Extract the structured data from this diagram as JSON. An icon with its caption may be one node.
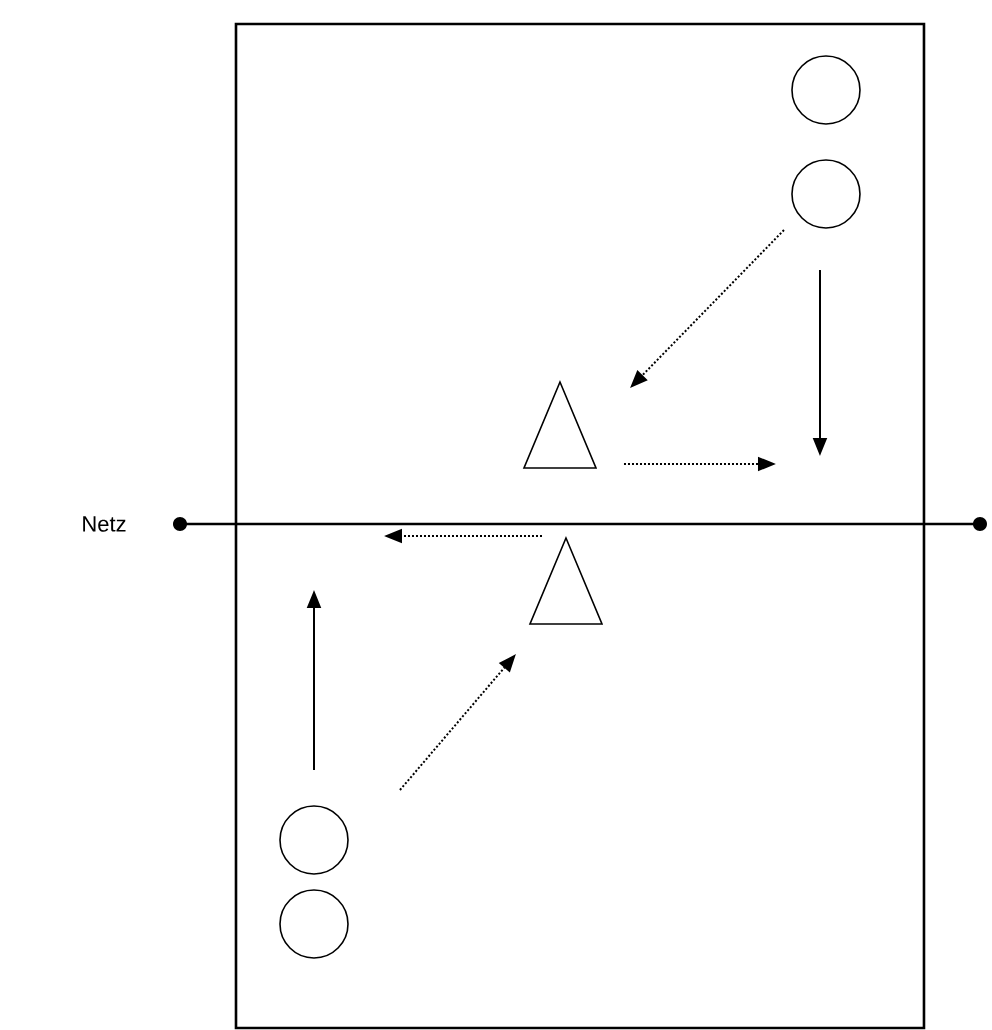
{
  "diagram": {
    "nodes": [
      {
        "text": [],
        "shape": "box"
      },
      {
        "text": [],
        "shape": "circle",
        "in": 0
      },
      {
        "text": [],
        "shape": "circle",
        "in": 0
      },
      {
        "text": [],
        "shape": "triangle",
        "in": 0
      },
      {
        "text": [],
        "shape": "triangle",
        "in": 0
      },
      {
        "text": [],
        "shape": "circle",
        "in": 0
      },
      {
        "text": [],
        "shape": "circle",
        "in": 0
      }
    ],
    "edges": [
      {
        "from": 2,
        "to": 3,
        "arrow": "to",
        "style": "dashed"
      },
      {
        "from": 2,
        "to": null,
        "arrow": "to"
      },
      {
        "from": 3,
        "to": null,
        "arrow": "to",
        "style": "dashed"
      },
      {
        "from": 4,
        "to": null,
        "arrow": "to",
        "style": "dashed"
      },
      {
        "from": 5,
        "to": null,
        "arrow": "to"
      },
      {
        "from": 5,
        "to": 4,
        "arrow": "to",
        "style": "dashed"
      }
    ],
    "labels": [
      "Netz"
    ]
  }
}
